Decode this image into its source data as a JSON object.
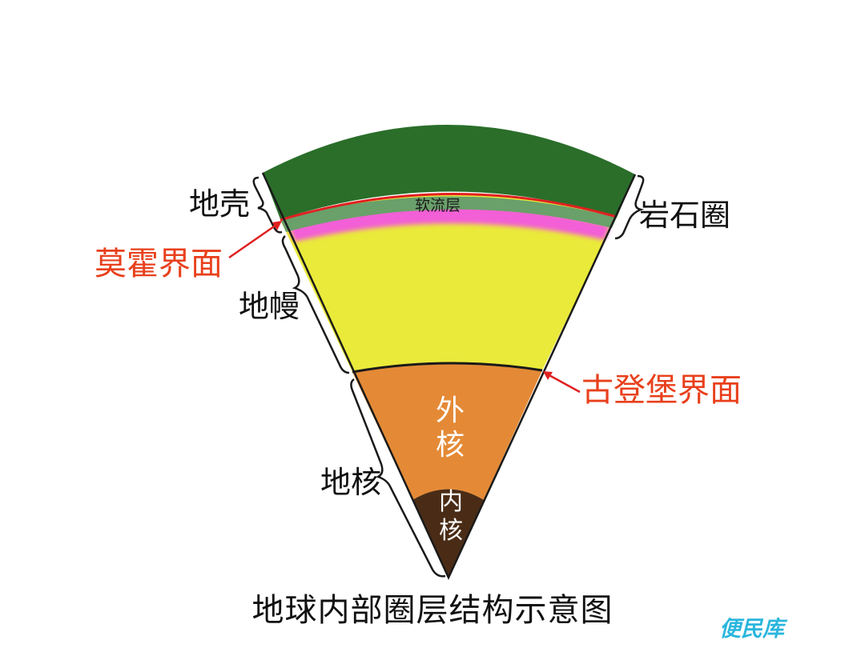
{
  "labels": {
    "crust": "地壳",
    "lithosphere": "岩石圈",
    "moho": "莫霍界面",
    "mantle": "地幔",
    "gutenberg": "古登堡界面",
    "core": "地核",
    "asthenosphere": "软流层",
    "outer_core": "外核",
    "inner_core": "内核"
  },
  "title": "地球内部圈层结构示意图",
  "watermark": "便民库",
  "colors": {
    "crust": "#2a6e2a",
    "upper_mantle_strip": "#6aa06a",
    "asthenosphere": "#f25ed6",
    "mantle": "#eaea3a",
    "outer_core": "#e48a36",
    "inner_core": "#4a2c16",
    "boundary_red": "#e02020",
    "label_red": "#e8401c",
    "watermark": "#2ab6dd"
  }
}
